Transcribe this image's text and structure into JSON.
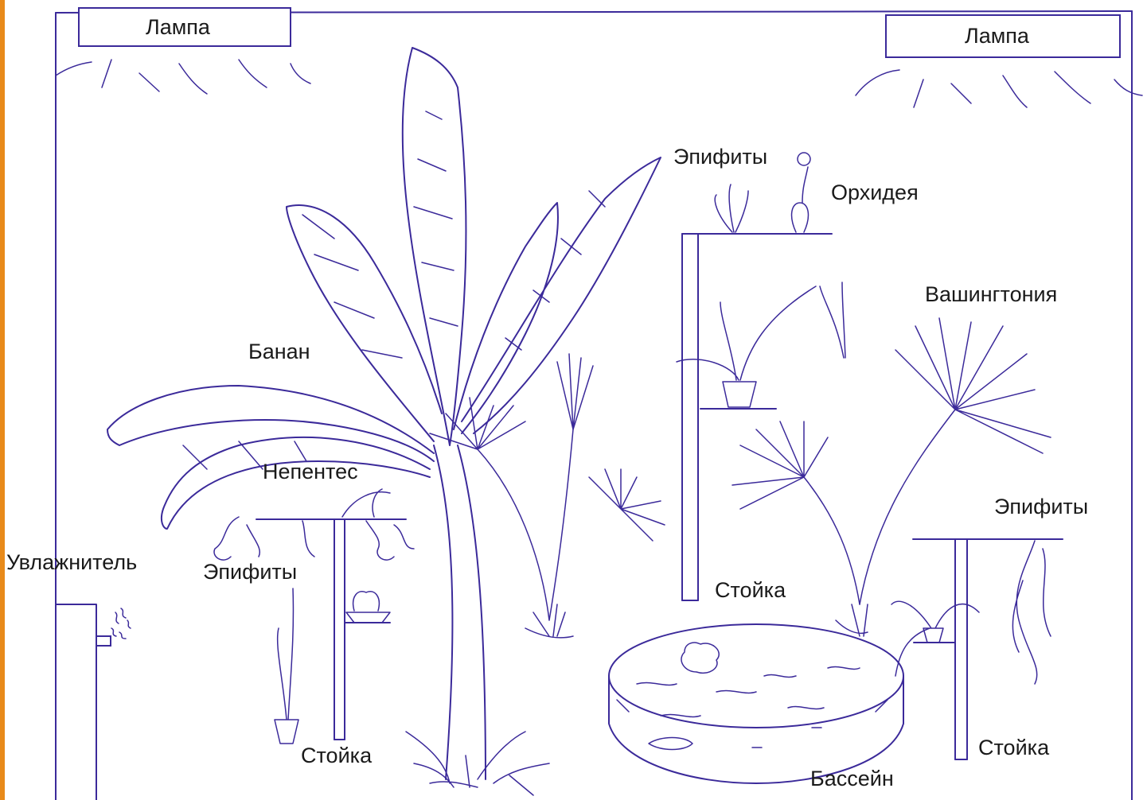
{
  "colors": {
    "ink": "#3b2a9a",
    "accent_bar": "#e88a1a",
    "text": "#1a1a1a",
    "background": "#ffffff"
  },
  "labels": {
    "lamp_left": "Лампа",
    "lamp_right": "Лампа",
    "epiphytes_top": "Эпифиты",
    "orchid": "Орхидея",
    "washingtonia": "Вашингтония",
    "banana": "Банан",
    "nepenthes": "Непентес",
    "epiphytes_right": "Эпифиты",
    "humidifier": "Увлажнитель",
    "epiphytes_left": "Эпифиты",
    "stand_center": "Стойка",
    "stand_left": "Стойка",
    "stand_right": "Стойка",
    "pool": "Бассейн"
  }
}
